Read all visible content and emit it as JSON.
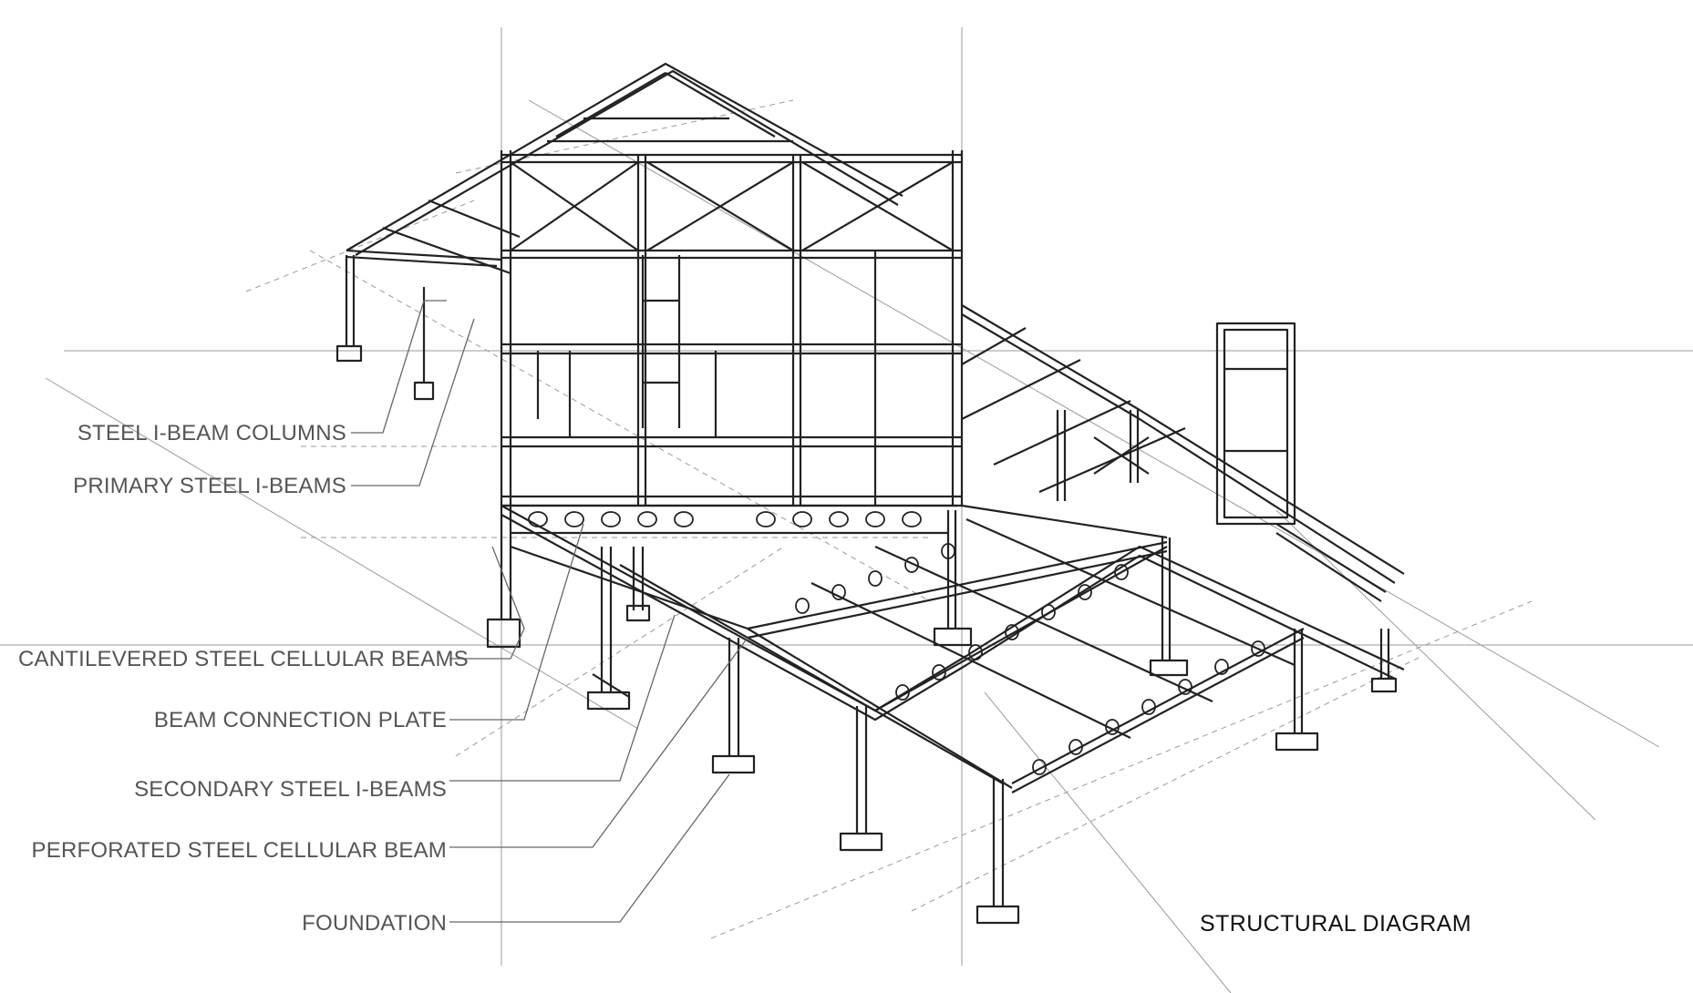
{
  "title": "STRUCTURAL DIAGRAM",
  "callouts": [
    {
      "label": "STEEL I-BEAM COLUMNS"
    },
    {
      "label": "PRIMARY STEEL I-BEAMS"
    },
    {
      "label": "CANTILEVERED STEEL CELLULAR BEAMS"
    },
    {
      "label": "BEAM CONNECTION PLATE"
    },
    {
      "label": "SECONDARY STEEL I-BEAMS"
    },
    {
      "label": "PERFORATED STEEL CELLULAR BEAM"
    },
    {
      "label": "FOUNDATION"
    }
  ],
  "colors": {
    "line": "#222222",
    "guide": "#9a9a9a",
    "label": "#555555",
    "title": "#111111"
  }
}
